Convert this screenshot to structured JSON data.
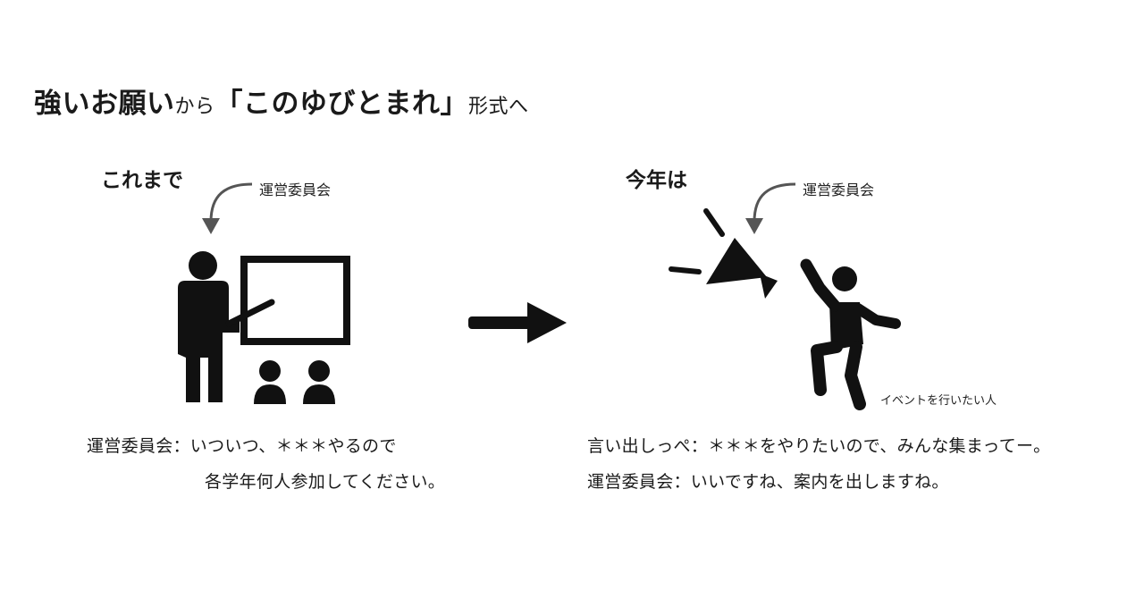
{
  "title": {
    "part1": "強いお願い",
    "part2": "から",
    "part3": "「このゆびとまれ」",
    "part4": "形式へ"
  },
  "before": {
    "heading": "これまで",
    "label": "運営委員会",
    "line1": "運営委員会：いついつ、＊＊＊やるので",
    "line2": "各学年何人参加してください。"
  },
  "after": {
    "heading": "今年は",
    "label": "運営委員会",
    "person_caption": "イベントを行いたい人",
    "line1": "言い出しっぺ：＊＊＊をやりたいので、みんな集まってー。",
    "line2": "運営委員会：いいですね、案内を出しますね。"
  },
  "icons": {
    "teacher": "teacher-at-whiteboard-icon",
    "audience": "audience-icon",
    "arrow": "right-arrow-icon",
    "megaphone": "megaphone-icon",
    "person": "raising-hand-person-icon",
    "color": "#111111"
  }
}
